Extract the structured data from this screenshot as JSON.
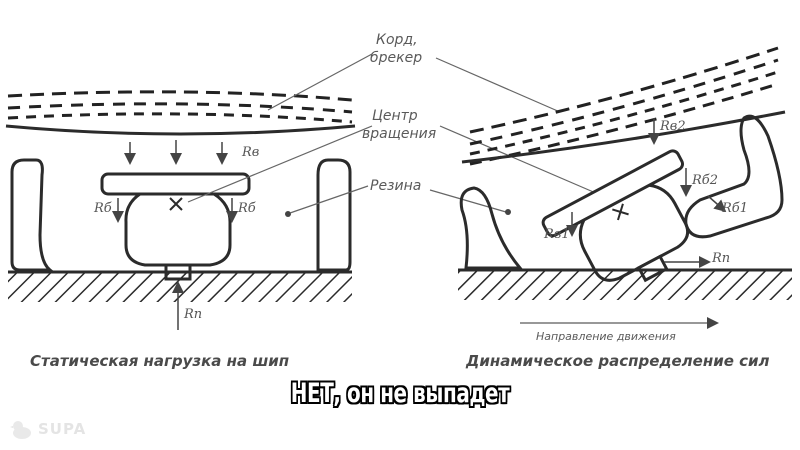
{
  "diagram": {
    "labels": {
      "cord": [
        "Корд,",
        "брекер"
      ],
      "center": [
        "Центр",
        "вращения"
      ],
      "rubber": "Резина"
    },
    "forces": {
      "left": {
        "rv": "Rв",
        "rb_left": "Rб",
        "rb_right": "Rб",
        "rp": "Rп"
      },
      "right": {
        "rv2": "Rв2",
        "rb2": "Rб2",
        "rb1": "Rб1",
        "rv1": "Rв1",
        "rp": "Rп"
      }
    },
    "direction": "Направление движения",
    "captions": {
      "left": "Статическая нагрузка на шип",
      "right": "Динамическое распределение сил"
    }
  },
  "overlay": {
    "subtitle": "НЕТ, он не выпадет",
    "watermark": "SUPA"
  }
}
